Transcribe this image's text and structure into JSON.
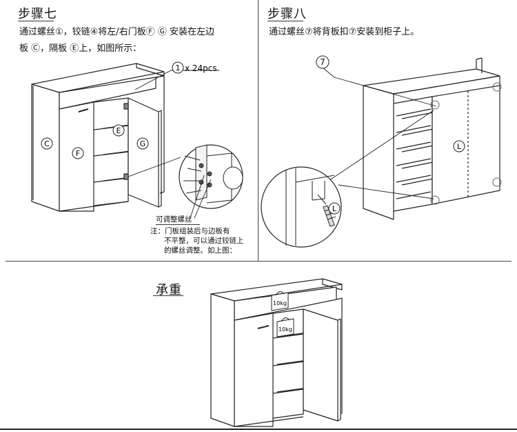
{
  "step7": {
    "title": "步骤七",
    "line1": "通过螺丝①，铰链④将左/右门板Ⓕ Ⓖ 安装在左边",
    "line2": "板 Ⓒ，隔板 Ⓔ上，如图所示：",
    "callout_count": "x 24pcs",
    "screw_marker": "1",
    "adjust_label": "可调整螺丝",
    "note_line1": "注：门板组装后与边板有",
    "note_line2": "不平整，可以通过铰链上",
    "note_line3": "的螺丝调整。如上图：",
    "part_c": "C",
    "part_e": "E",
    "part_f": "F",
    "part_g": "G"
  },
  "step8": {
    "title": "步骤八",
    "line1": "通过螺丝⑦将背板扣⑦安装到柜子上。",
    "screw_marker": "7",
    "part_l": "L",
    "part_l_detail": "L"
  },
  "load": {
    "title": "承重",
    "weight_top": "10kg",
    "weight_shelf": "10kg"
  }
}
